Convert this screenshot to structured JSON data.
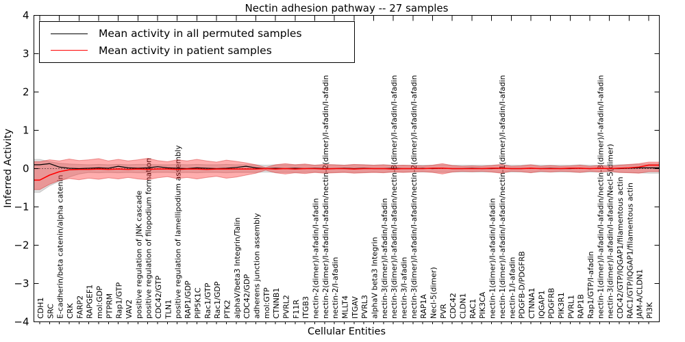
{
  "chart_data": {
    "type": "line",
    "title": "Nectin adhesion pathway -- 27 samples",
    "xlabel": "Cellular Entities",
    "ylabel": "Inferred Activity",
    "ylim": [
      -4,
      4
    ],
    "yticks": [
      4,
      3,
      2,
      1,
      0,
      -1,
      -2,
      -3,
      -4
    ],
    "grid": false,
    "legend_position": "upper left",
    "zero_line_style": "dotted-black",
    "categories": [
      "CDH1",
      "SRC",
      "E-cadherin/beta catenin/alpha catenin",
      "CRK",
      "FARP2",
      "RAPGEF1",
      "mol:GDP",
      "PTPRM",
      "Rap1/GTP",
      "VAV2",
      "positive regulation of JNK cascade",
      "positive regulation of filopodium formation",
      "CDC42/GTP",
      "TLN1",
      "positive regulation of lamellipodium assembly",
      "RAP1/GDP",
      "PIP5K1C",
      "Rac1/GTP",
      "Rac1/GDP",
      "PTK2",
      "alphaV/beta3 Integrin/Talin",
      "CDC42/GDP",
      "adherens junction assembly",
      "mol:GTP",
      "CTNNB1",
      "PVRL2",
      "F11R",
      "ITGB3",
      "nectin-2(dimer)/I-afadin/I-afadin",
      "nectin-2(dimer)/I-afadin/I-afadin/nectin-2(dimer)/I-afadin/I-afadin",
      "nectin-2/I-afadin",
      "MLLT4",
      "ITGAV",
      "PVRL3",
      "alphaV beta3 Integrin",
      "nectin-3(dimer)/I-afadin/I-afadin",
      "nectin-3(dimer)/I-afadin/I-afadin/nectin-3(dimer)/I-afadin/I-afadin",
      "nectin-3/I-afadin",
      "nectin-3(dimer)/I-afadin/I-afadin/nectin-2(dimer)/I-afadin/I-afadin",
      "RAP1A",
      "Necl-5(dimer)",
      "PVR",
      "CDC42",
      "CLDN1",
      "RAC1",
      "PIK3CA",
      "nectin-1(dimer)/I-afadin/I-afadin",
      "nectin-1(dimer)/I-afadin/I-afadin/nectin-1(dimer)/I-afadin/I-afadin",
      "nectin-1/I-afadin",
      "PDGFB-D/PDGFRB",
      "CTNNA1",
      "IQGAP1",
      "PDGFRB",
      "PIK3R1",
      "PVRL1",
      "RAP1B",
      "Rap1/GTP/I-afadin",
      "nectin-1(dimer)/I-afadin/I-afadin/nectin-3(dimer)/I-afadin/I-afadin",
      "nectin-3(dimer)/I-afadin/I-afadin/Necl-5(dimer)",
      "CDC42/GTP/IQGAP1/filamentous actin",
      "RAC1/GTP/IQGAP1/filamentous actin",
      "JAM-A/CLDN1",
      "PI3K"
    ],
    "series": [
      {
        "name": "Mean activity in all permuted samples",
        "color": "#000000",
        "width": 1.2,
        "values": [
          0.1,
          0.13,
          0.04,
          0.01,
          0.0,
          0.01,
          0.02,
          0.01,
          0.06,
          0.02,
          0.01,
          0.02,
          0.05,
          0.02,
          0.01,
          0.0,
          0.02,
          0.01,
          0.0,
          0.01,
          0.03,
          0.06,
          0.02,
          0.0,
          0.01,
          0.0,
          0.01,
          0.0,
          0.01,
          0.0,
          0.0,
          0.01,
          0.0,
          0.01,
          0.0,
          0.0,
          0.01,
          0.0,
          0.0,
          0.01,
          0.0,
          0.01,
          0.0,
          0.0,
          0.01,
          0.0,
          0.0,
          0.01,
          0.0,
          0.0,
          0.01,
          0.0,
          0.01,
          0.0,
          0.0,
          0.01,
          0.0,
          0.01,
          0.0,
          0.0,
          0.01,
          0.02,
          0.02
        ]
      },
      {
        "name": "Mean activity in patient samples",
        "color": "#ff0000",
        "width": 1.6,
        "values": [
          -0.3,
          -0.17,
          -0.08,
          -0.03,
          -0.02,
          -0.02,
          -0.01,
          -0.02,
          -0.01,
          -0.02,
          -0.01,
          -0.02,
          -0.01,
          -0.01,
          -0.02,
          -0.01,
          -0.01,
          -0.02,
          -0.01,
          -0.01,
          -0.01,
          -0.01,
          -0.01,
          0.0,
          -0.01,
          0.0,
          -0.01,
          0.0,
          0.0,
          -0.01,
          0.0,
          0.0,
          -0.01,
          0.0,
          0.0,
          0.0,
          -0.01,
          0.0,
          0.0,
          0.0,
          0.01,
          0.01,
          0.0,
          0.0,
          0.0,
          0.0,
          0.01,
          0.01,
          0.0,
          0.0,
          0.01,
          0.0,
          0.0,
          0.0,
          0.01,
          0.01,
          0.0,
          0.01,
          0.0,
          0.01,
          0.02,
          0.04,
          0.09
        ]
      }
    ],
    "bands": [
      {
        "name": "permuted-samples-band",
        "fill": "rgba(150,150,150,0.30)",
        "stroke": "rgba(130,130,130,0.35)",
        "upper": [
          0.24,
          0.18,
          0.14,
          0.12,
          0.11,
          0.1,
          0.11,
          0.1,
          0.11,
          0.1,
          0.11,
          0.11,
          0.1,
          0.1,
          0.11,
          0.1,
          0.11,
          0.1,
          0.1,
          0.11,
          0.1,
          0.1,
          0.1,
          0.09,
          0.1,
          0.1,
          0.1,
          0.1,
          0.09,
          0.1,
          0.1,
          0.09,
          0.1,
          0.1,
          0.09,
          0.1,
          0.09,
          0.09,
          0.09,
          0.09,
          0.09,
          0.1,
          0.09,
          0.09,
          0.09,
          0.09,
          0.09,
          0.1,
          0.09,
          0.09,
          0.1,
          0.09,
          0.09,
          0.09,
          0.09,
          0.1,
          0.09,
          0.09,
          0.09,
          0.1,
          0.1,
          0.11,
          0.12
        ],
        "lower": [
          -0.62,
          -0.45,
          -0.33,
          -0.22,
          -0.14,
          -0.1,
          -0.11,
          -0.1,
          -0.11,
          -0.1,
          -0.11,
          -0.11,
          -0.1,
          -0.1,
          -0.11,
          -0.1,
          -0.11,
          -0.1,
          -0.1,
          -0.11,
          -0.1,
          -0.1,
          -0.1,
          -0.09,
          -0.1,
          -0.1,
          -0.1,
          -0.1,
          -0.09,
          -0.1,
          -0.1,
          -0.09,
          -0.1,
          -0.1,
          -0.09,
          -0.1,
          -0.09,
          -0.09,
          -0.09,
          -0.09,
          -0.09,
          -0.1,
          -0.09,
          -0.09,
          -0.09,
          -0.09,
          -0.09,
          -0.1,
          -0.09,
          -0.09,
          -0.1,
          -0.09,
          -0.09,
          -0.09,
          -0.09,
          -0.1,
          -0.09,
          -0.09,
          -0.09,
          -0.1,
          -0.1,
          -0.11,
          -0.12
        ]
      },
      {
        "name": "patient-samples-band",
        "fill": "rgba(255,0,0,0.32)",
        "stroke": "rgba(210,40,40,0.45)",
        "upper": [
          0.18,
          0.23,
          0.2,
          0.25,
          0.21,
          0.23,
          0.26,
          0.2,
          0.24,
          0.2,
          0.23,
          0.27,
          0.21,
          0.18,
          0.23,
          0.2,
          0.24,
          0.2,
          0.17,
          0.22,
          0.19,
          0.15,
          0.1,
          0.03,
          0.1,
          0.13,
          0.1,
          0.12,
          0.09,
          0.11,
          0.1,
          0.09,
          0.11,
          0.1,
          0.09,
          0.1,
          0.08,
          0.09,
          0.08,
          0.07,
          0.09,
          0.13,
          0.08,
          0.06,
          0.07,
          0.06,
          0.08,
          0.11,
          0.06,
          0.07,
          0.1,
          0.06,
          0.08,
          0.06,
          0.07,
          0.09,
          0.06,
          0.08,
          0.06,
          0.09,
          0.11,
          0.13,
          0.17
        ],
        "lower": [
          -0.55,
          -0.41,
          -0.31,
          -0.26,
          -0.29,
          -0.25,
          -0.28,
          -0.24,
          -0.27,
          -0.23,
          -0.27,
          -0.29,
          -0.24,
          -0.21,
          -0.26,
          -0.23,
          -0.27,
          -0.23,
          -0.2,
          -0.25,
          -0.22,
          -0.17,
          -0.12,
          -0.04,
          -0.11,
          -0.14,
          -0.11,
          -0.13,
          -0.1,
          -0.12,
          -0.11,
          -0.1,
          -0.12,
          -0.11,
          -0.1,
          -0.11,
          -0.09,
          -0.1,
          -0.09,
          -0.08,
          -0.1,
          -0.14,
          -0.09,
          -0.07,
          -0.08,
          -0.07,
          -0.09,
          -0.12,
          -0.07,
          -0.08,
          -0.11,
          -0.07,
          -0.09,
          -0.07,
          -0.08,
          -0.1,
          -0.07,
          -0.09,
          -0.07,
          -0.1,
          -0.11,
          -0.12,
          -0.08
        ]
      }
    ],
    "colors": {
      "patient": "#ff0000",
      "permuted": "#000000",
      "axis": "#000000",
      "background": "#ffffff"
    }
  },
  "legend": {
    "items": [
      {
        "label": "Mean activity in all permuted samples",
        "color": "#000000"
      },
      {
        "label": "Mean activity in patient samples",
        "color": "#ff0000"
      }
    ]
  }
}
